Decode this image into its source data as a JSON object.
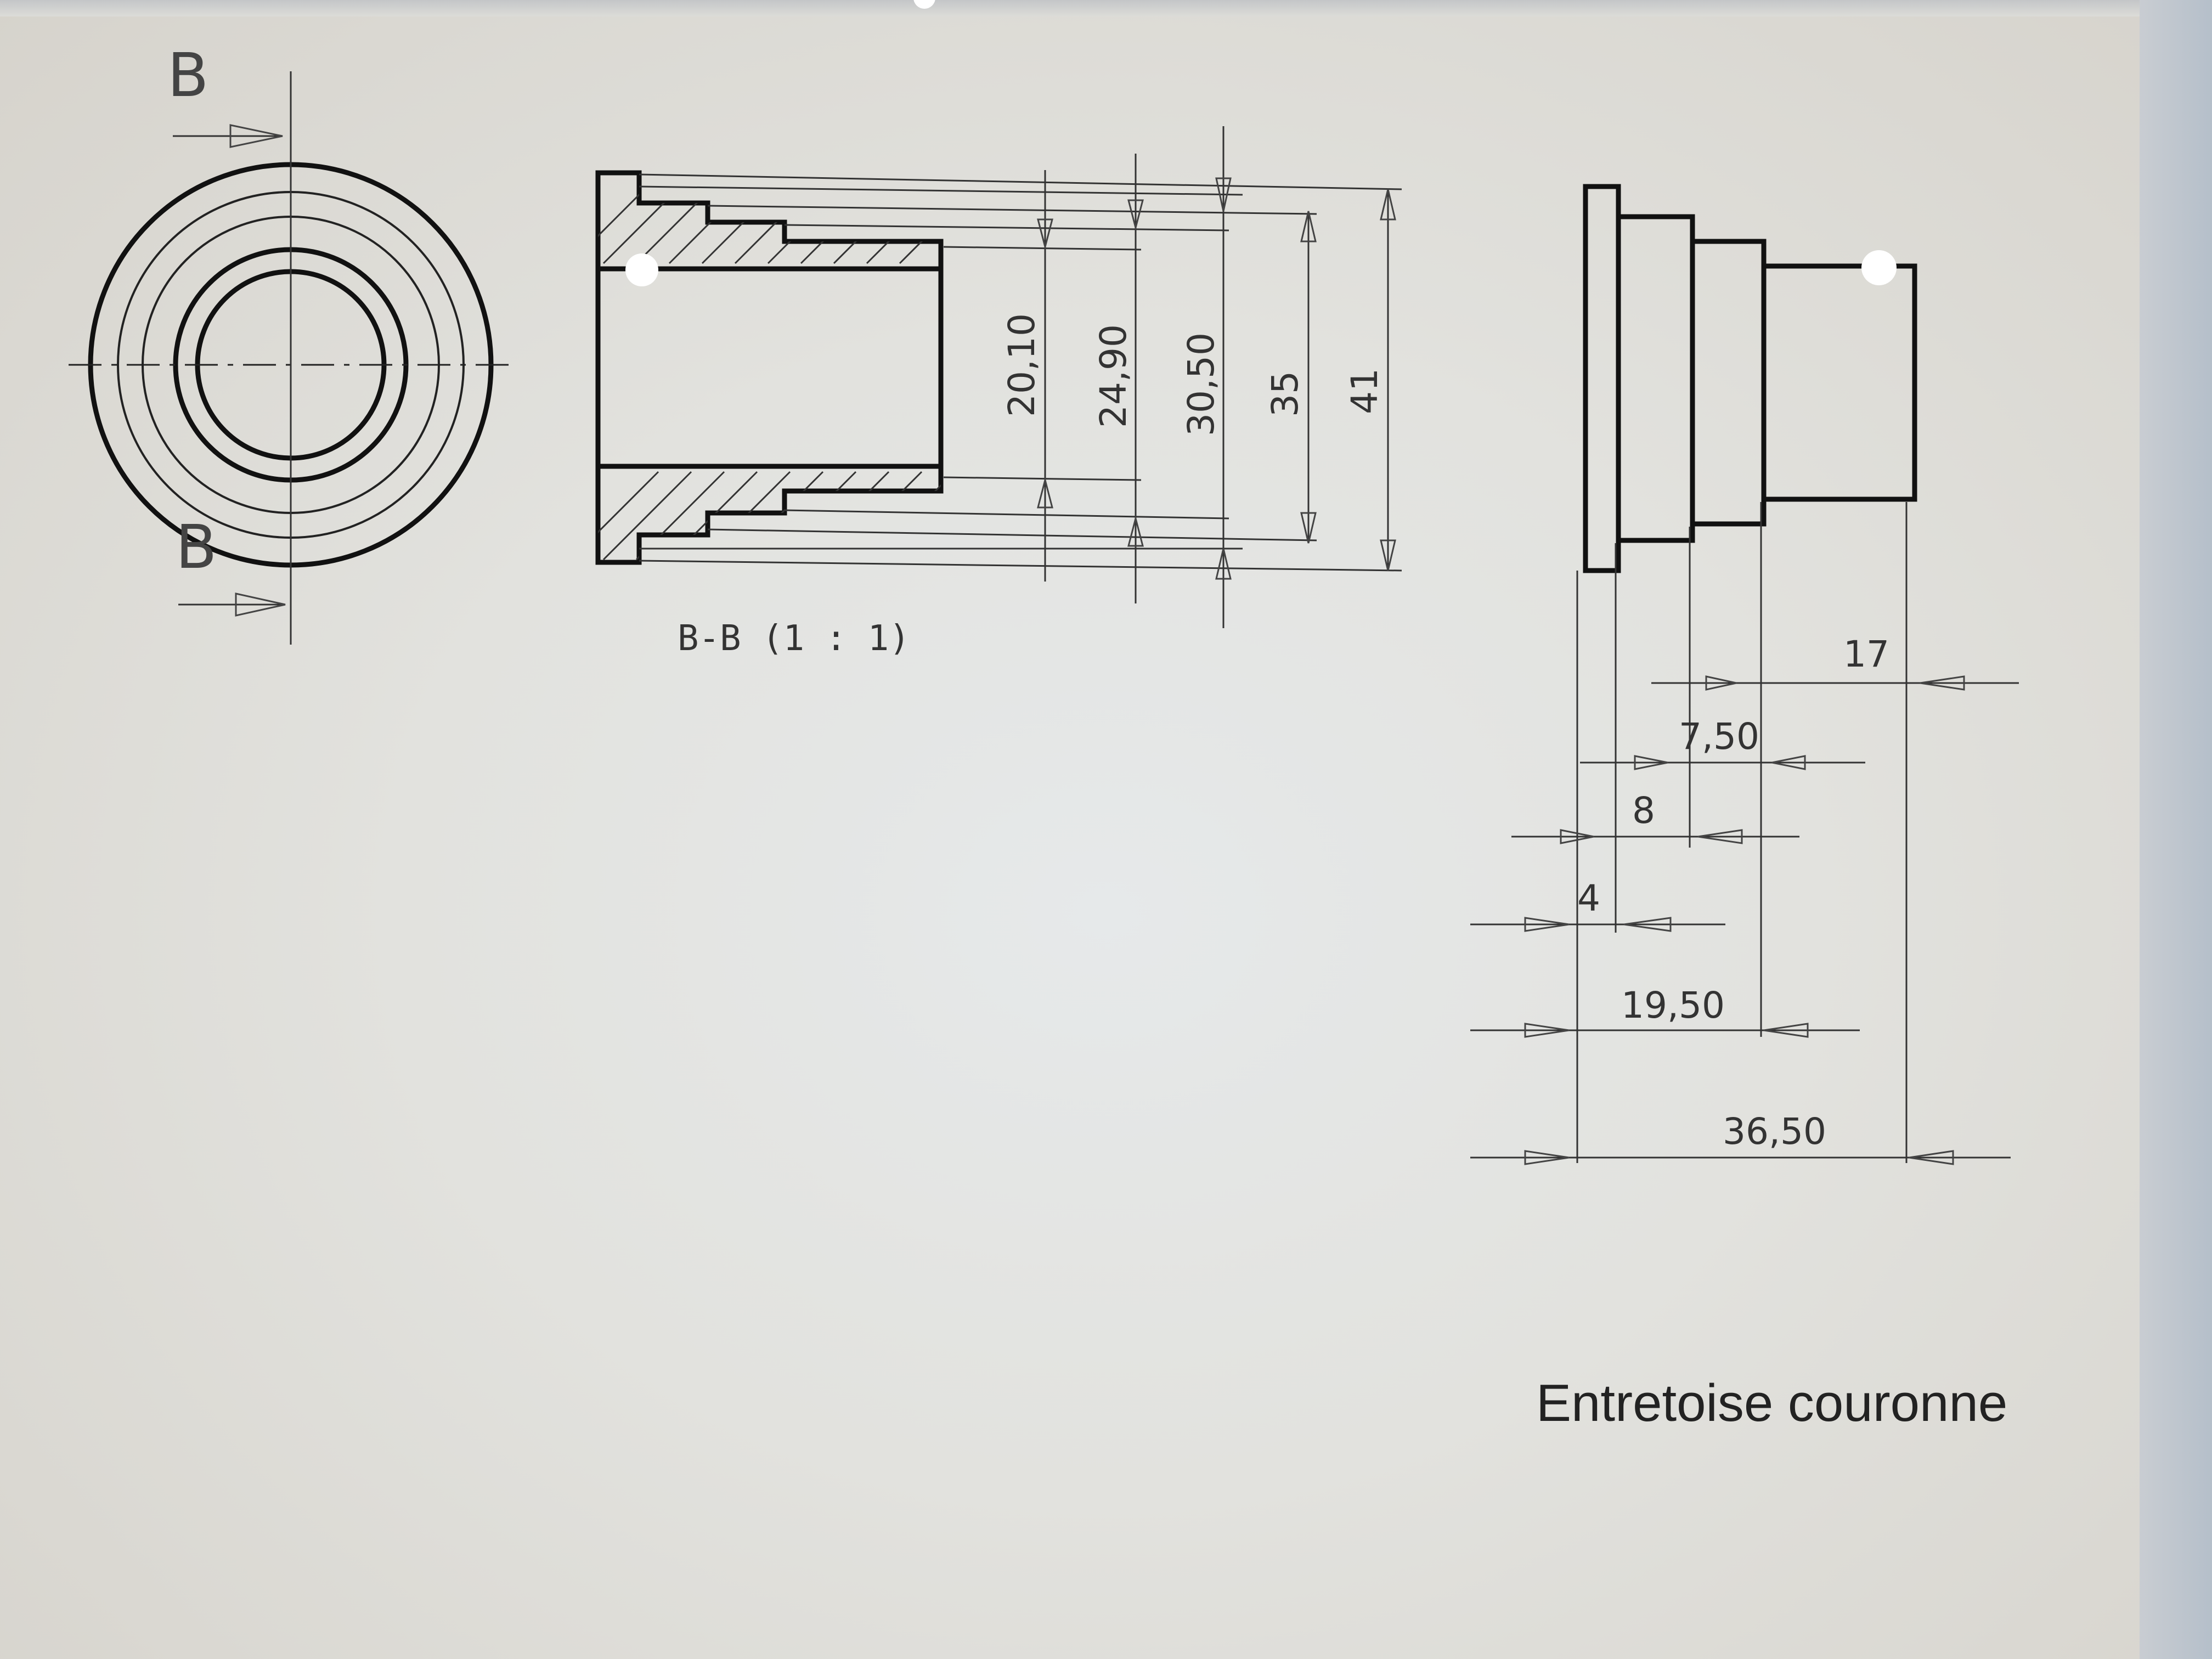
{
  "section_marks": {
    "top": "B",
    "bottom": "B"
  },
  "section_view": {
    "label": "B-B (1 : 1)",
    "diameters": [
      "20,10",
      "24,90",
      "30,50",
      "35",
      "41"
    ]
  },
  "side_view": {
    "lengths": [
      "17",
      "7,50",
      "8",
      "4",
      "19,50",
      "36,50"
    ]
  },
  "title": "Entretoise couronne"
}
